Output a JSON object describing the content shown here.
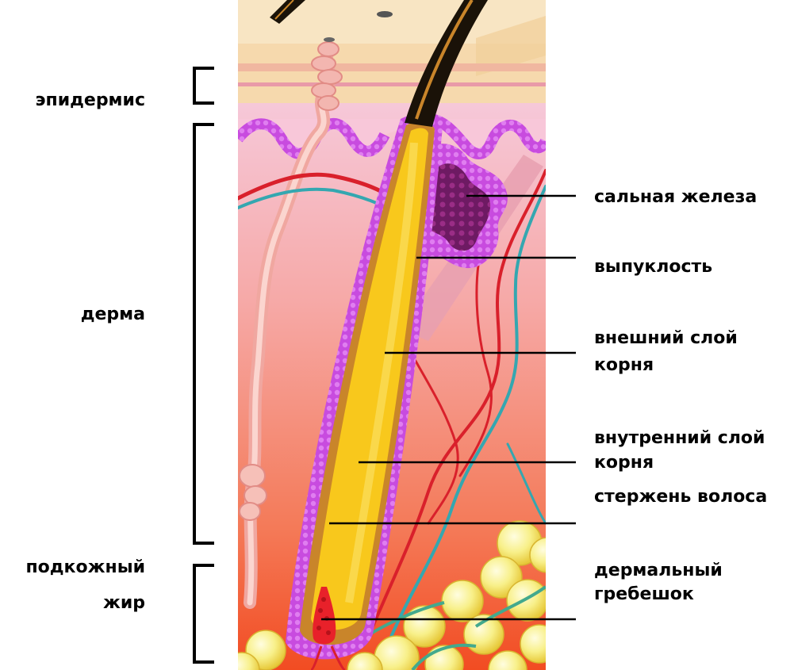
{
  "left_labels": {
    "epidermis": "эпидермис",
    "dermis": "дерма",
    "fat_line1": "подкожный",
    "fat_line2": "жир"
  },
  "right_labels": {
    "sebaceous_gland": "сальная железа",
    "bulge": "выпуклость",
    "outer_root_line1": "внешний слой",
    "outer_root_line2": "корня",
    "inner_root_line1": "внутренний слой",
    "inner_root_line2": "корня",
    "hair_shaft": "стержень волоса",
    "papilla_line1": "дермальный",
    "papilla_line2": "гребешок"
  },
  "colors": {
    "epidermis": "#f6d3a3",
    "dermis_top": "#f4c3d3",
    "dermis_bottom": "#f25a2a",
    "follicle": "#c94be0",
    "hair_core": "#f8cf2a",
    "hair_sheath": "#d6861c",
    "gland": "#7a1e6e",
    "artery": "#d9202b",
    "vein": "#34a7b0",
    "fat": "#f7ec6a"
  }
}
